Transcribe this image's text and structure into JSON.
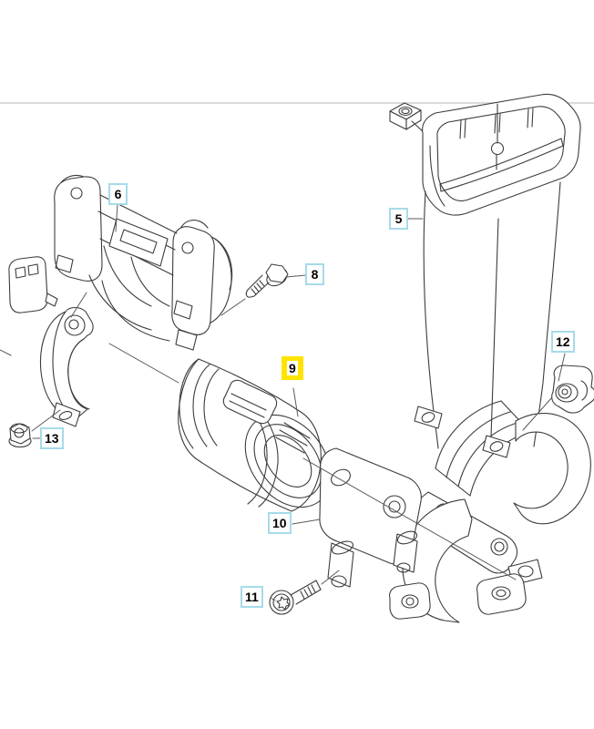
{
  "page": {
    "background": "#ffffff",
    "separator_color": "#dadada"
  },
  "diagram": {
    "type": "exploded-parts-diagram",
    "line_color": "#3c3c3c",
    "label_border_color": "#a6dbe9",
    "label_background": "#ffffff",
    "label_text_color": "#000000",
    "highlight_color": "#ffe400",
    "parts": [
      {
        "number": "5",
        "highlighted": false
      },
      {
        "number": "6",
        "highlighted": false
      },
      {
        "number": "8",
        "highlighted": false
      },
      {
        "number": "9",
        "highlighted": true
      },
      {
        "number": "10",
        "highlighted": false
      },
      {
        "number": "11",
        "highlighted": false
      },
      {
        "number": "12",
        "highlighted": false
      },
      {
        "number": "13",
        "highlighted": false
      }
    ]
  }
}
